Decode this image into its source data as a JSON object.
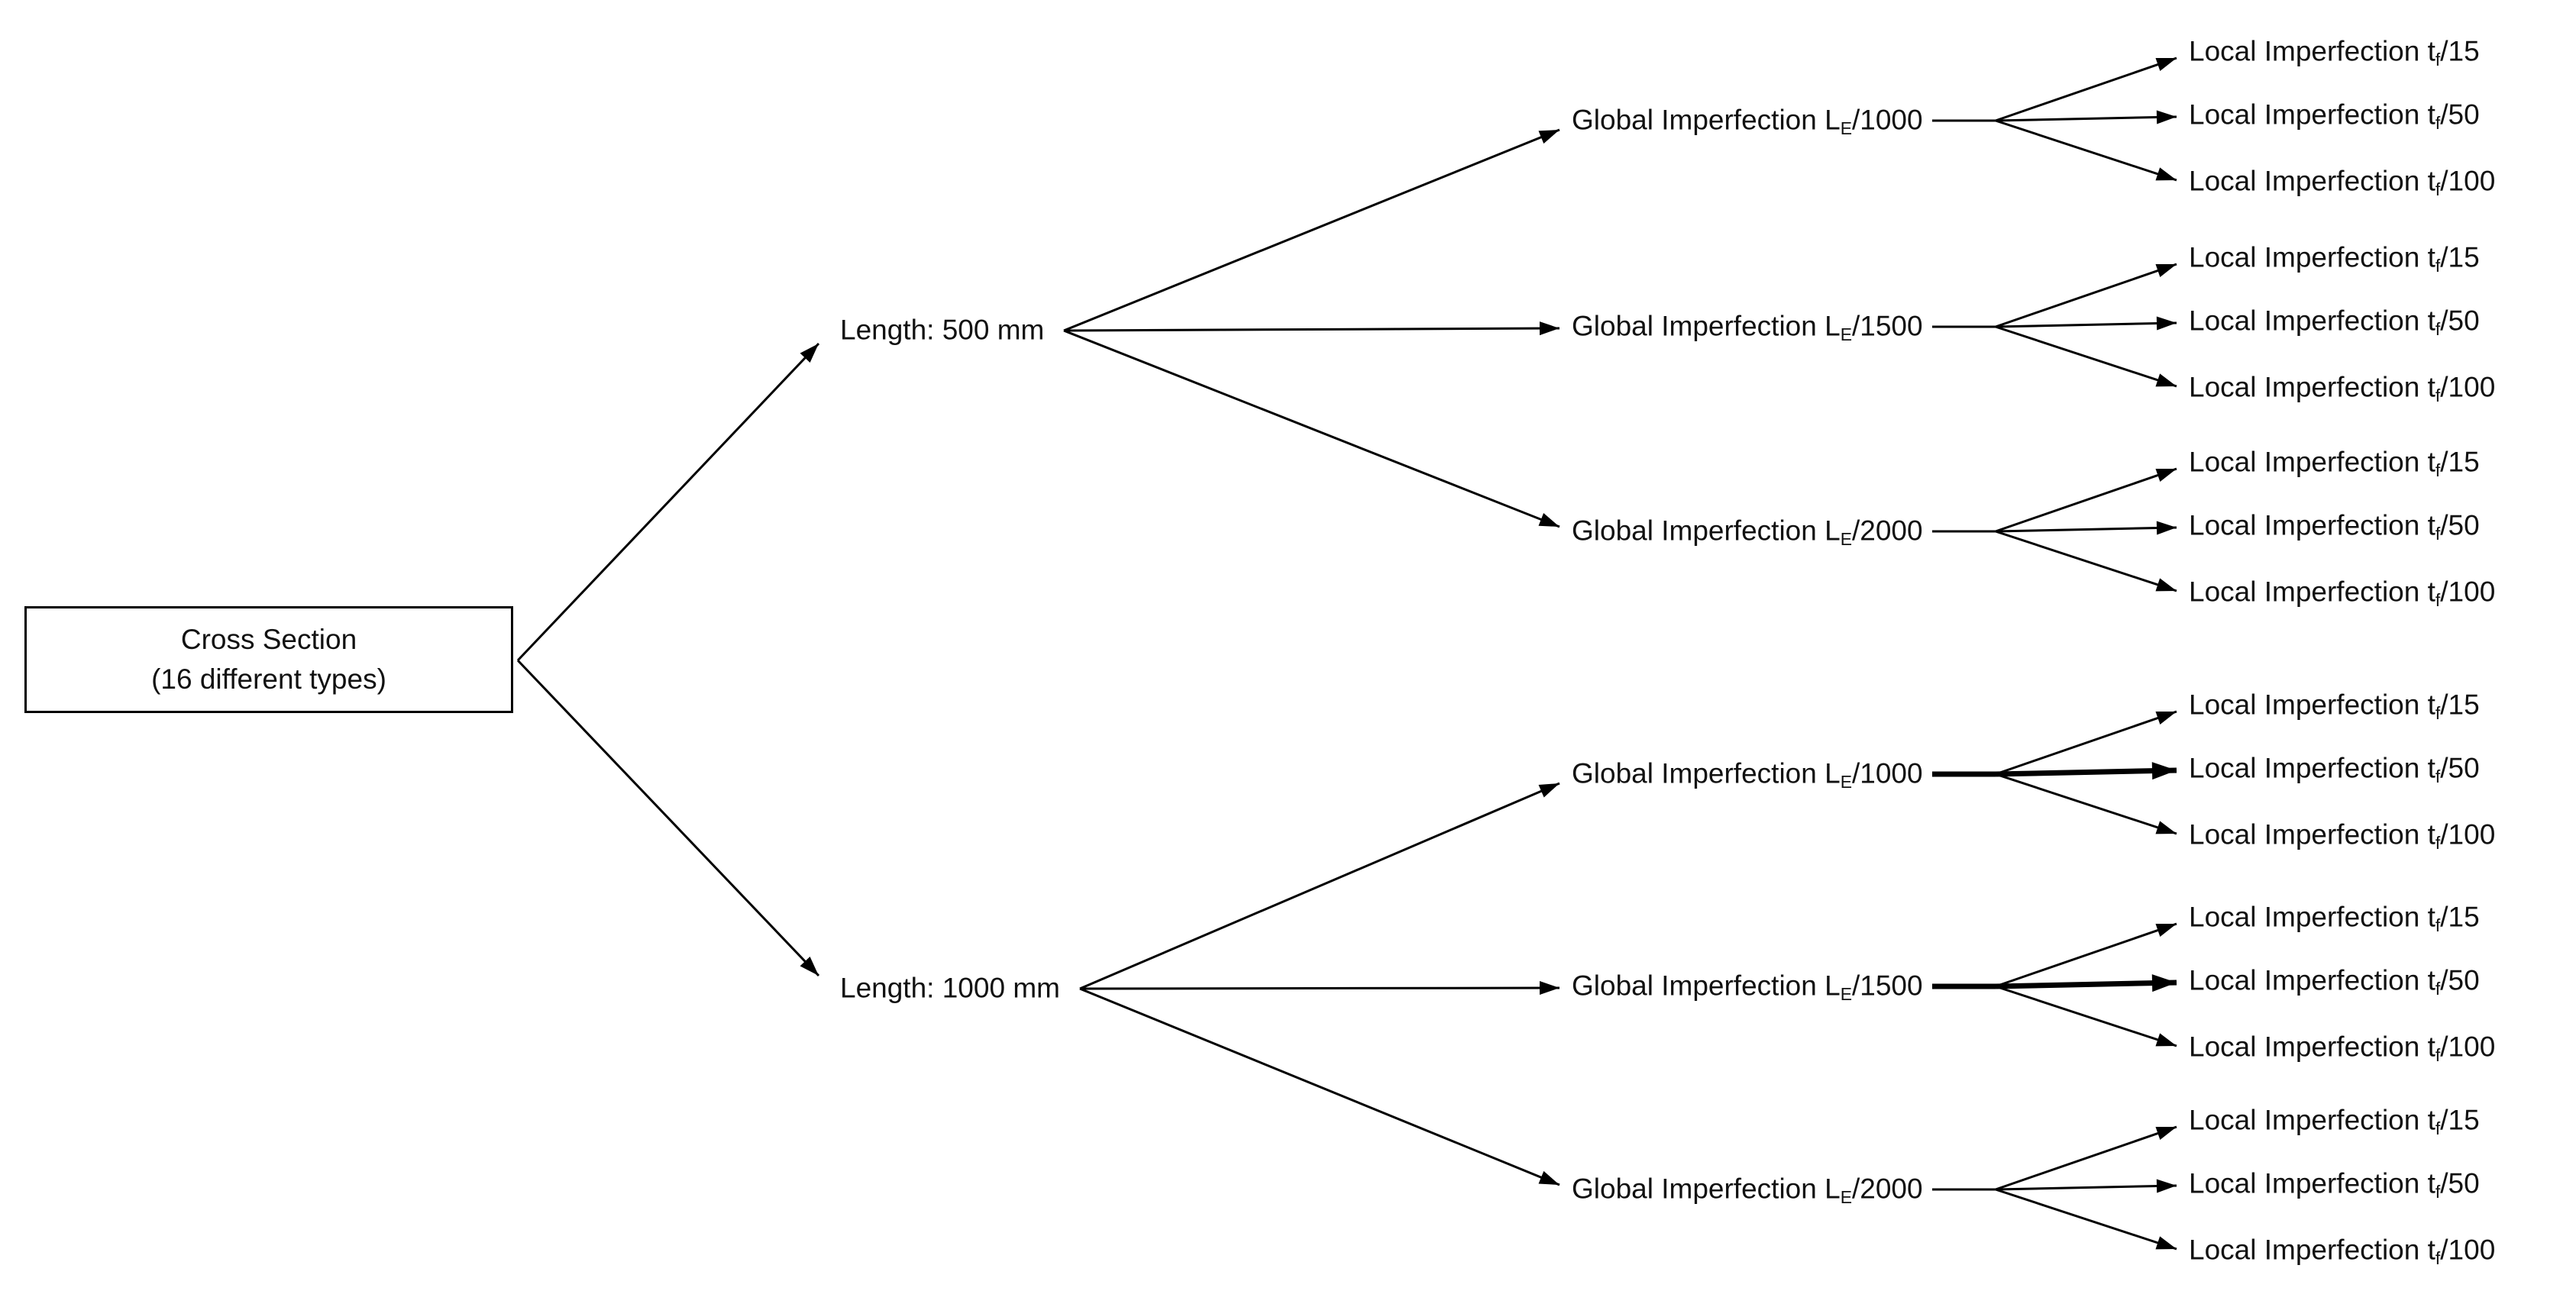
{
  "diagram": {
    "type": "tree",
    "colors": {
      "line": "#000000",
      "text": "#111111",
      "background": "#ffffff"
    },
    "root": {
      "line1": "Cross Section",
      "line2": "(16 different types)"
    },
    "branches": [
      {
        "label": "Length: 500 mm",
        "globals": [
          {
            "pre": "Global Imperfection L",
            "sub": "E",
            "post": "/1000",
            "emphasized_mid": false,
            "leaves": [
              {
                "pre": "Local Imperfection t",
                "sub": "f",
                "post": "/15"
              },
              {
                "pre": "Local Imperfection t",
                "sub": "f",
                "post": "/50"
              },
              {
                "pre": "Local Imperfection t",
                "sub": "f",
                "post": "/100"
              }
            ]
          },
          {
            "pre": "Global Imperfection L",
            "sub": "E",
            "post": "/1500",
            "emphasized_mid": false,
            "leaves": [
              {
                "pre": "Local Imperfection t",
                "sub": "f",
                "post": "/15"
              },
              {
                "pre": "Local Imperfection t",
                "sub": "f",
                "post": "/50"
              },
              {
                "pre": "Local Imperfection t",
                "sub": "f",
                "post": "/100"
              }
            ]
          },
          {
            "pre": "Global Imperfection L",
            "sub": "E",
            "post": "/2000",
            "emphasized_mid": false,
            "leaves": [
              {
                "pre": "Local Imperfection t",
                "sub": "f",
                "post": "/15"
              },
              {
                "pre": "Local Imperfection t",
                "sub": "f",
                "post": "/50"
              },
              {
                "pre": "Local Imperfection t",
                "sub": "f",
                "post": "/100"
              }
            ]
          }
        ]
      },
      {
        "label": "Length: 1000 mm",
        "globals": [
          {
            "pre": "Global Imperfection L",
            "sub": "E",
            "post": "/1000",
            "emphasized_mid": true,
            "leaves": [
              {
                "pre": "Local Imperfection t",
                "sub": "f",
                "post": "/15"
              },
              {
                "pre": "Local Imperfection t",
                "sub": "f",
                "post": "/50"
              },
              {
                "pre": "Local Imperfection t",
                "sub": "f",
                "post": "/100"
              }
            ]
          },
          {
            "pre": "Global Imperfection L",
            "sub": "E",
            "post": "/1500",
            "emphasized_mid": true,
            "leaves": [
              {
                "pre": "Local Imperfection t",
                "sub": "f",
                "post": "/15"
              },
              {
                "pre": "Local Imperfection t",
                "sub": "f",
                "post": "/50"
              },
              {
                "pre": "Local Imperfection t",
                "sub": "f",
                "post": "/100"
              }
            ]
          },
          {
            "pre": "Global Imperfection L",
            "sub": "E",
            "post": "/2000",
            "emphasized_mid": false,
            "leaves": [
              {
                "pre": "Local Imperfection t",
                "sub": "f",
                "post": "/15"
              },
              {
                "pre": "Local Imperfection t",
                "sub": "f",
                "post": "/50"
              },
              {
                "pre": "Local Imperfection t",
                "sub": "f",
                "post": "/100"
              }
            ]
          }
        ]
      }
    ]
  }
}
